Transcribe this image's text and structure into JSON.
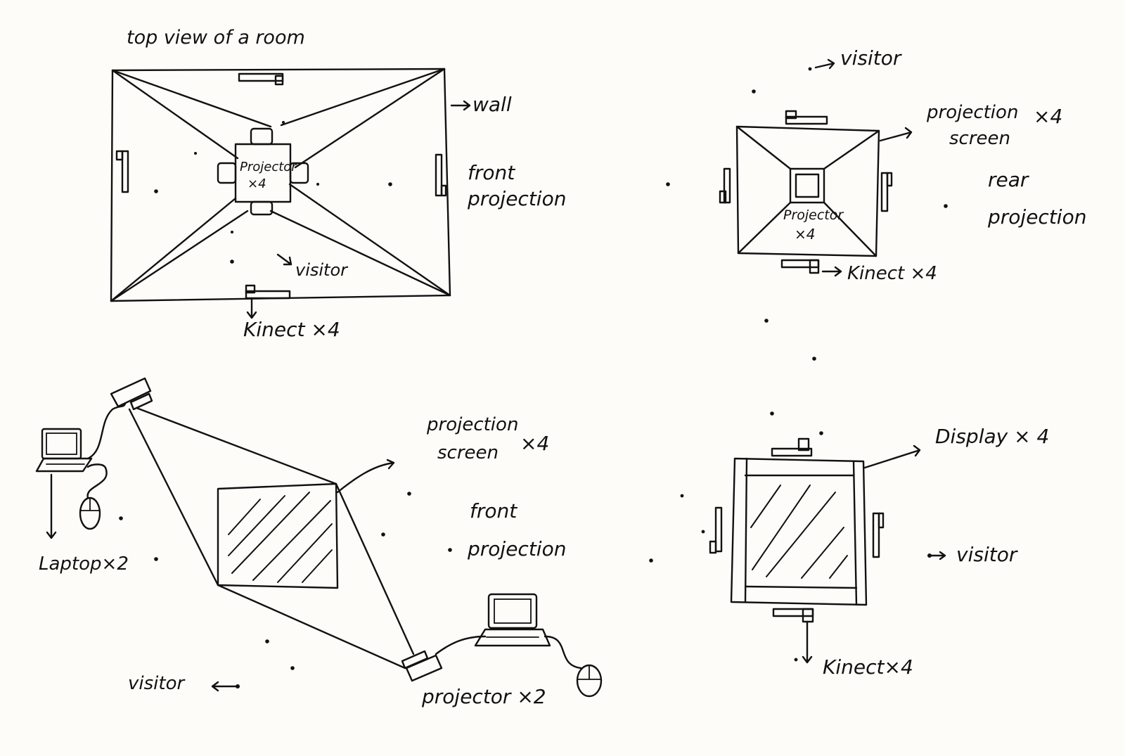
{
  "diagram": {
    "panel_a": {
      "title": "top view of a room",
      "wall": "wall",
      "projector": "Projector",
      "projector_count": "×4",
      "mode_line1": "front",
      "mode_line2": "projection",
      "visitor": "visitor",
      "kinect": "Kinect ×4"
    },
    "panel_b": {
      "visitor": "visitor",
      "screen_line1": "projection",
      "screen_line2": "screen",
      "screen_count": "×4",
      "mode_line1": "rear",
      "mode_line2": "projection",
      "projector": "Projector",
      "projector_count": "×4",
      "kinect": "Kinect ×4"
    },
    "panel_c": {
      "screen_line1": "projection",
      "screen_line2": "screen",
      "screen_count": "×4",
      "mode_line1": "front",
      "mode_line2": "projection",
      "laptop": "Laptop×2",
      "visitor": "visitor",
      "projector": "projector ×2"
    },
    "panel_d": {
      "display": "Display × 4",
      "visitor": "visitor",
      "kinect": "Kinect×4"
    }
  }
}
